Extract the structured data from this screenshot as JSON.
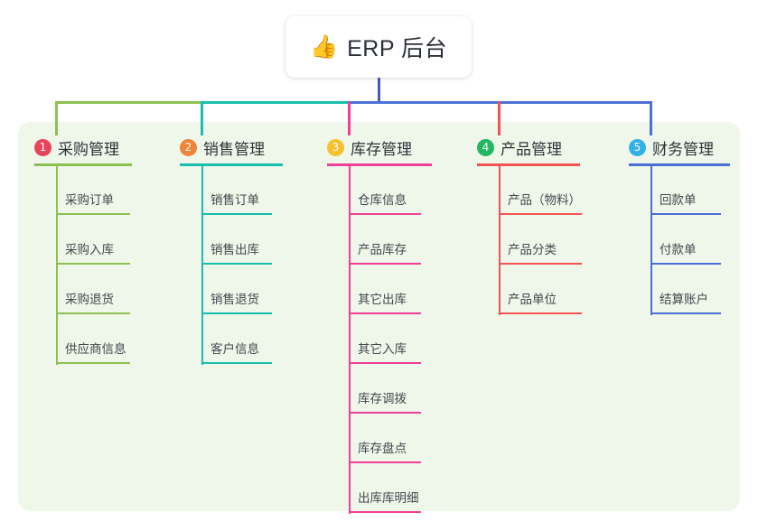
{
  "root": {
    "emoji": "👍",
    "emoji_name": "thumbs-up-icon",
    "title": "ERP 后台"
  },
  "colors": {
    "panel_background": "#eef7ea",
    "page_background": "#ffffff",
    "root_connector": "#4b57bd",
    "title_text": "#2b2f38"
  },
  "columns": [
    {
      "number": "1",
      "title": "采购管理",
      "badge_color": "#e8445a",
      "line_color": "#8cc152",
      "items": [
        "采购订单",
        "采购入库",
        "采购退货",
        "供应商信息"
      ]
    },
    {
      "number": "2",
      "title": "销售管理",
      "badge_color": "#f0833a",
      "line_color": "#18bfae",
      "items": [
        "销售订单",
        "销售出库",
        "销售退货",
        "客户信息"
      ]
    },
    {
      "number": "3",
      "title": "库存管理",
      "badge_color": "#f7c02e",
      "line_color": "#ef3f96",
      "items": [
        "仓库信息",
        "产品库存",
        "其它出库",
        "其它入库",
        "库存调拨",
        "库存盘点",
        "出库库明细"
      ]
    },
    {
      "number": "4",
      "title": "产品管理",
      "badge_color": "#23b761",
      "line_color": "#f4534f",
      "items": [
        "产品（物料）",
        "产品分类",
        "产品单位"
      ]
    },
    {
      "number": "5",
      "title": "财务管理",
      "badge_color": "#33b0e6",
      "line_color": "#4b6fd4",
      "items": [
        "回款单",
        "付款单",
        "结算账户"
      ]
    }
  ],
  "connectors": {
    "root_stem_label": "root-to-bus-connector",
    "bus_label": "horizontal-bus",
    "segments": [
      {
        "name": "bus-segment-1",
        "color": "#8cc152"
      },
      {
        "name": "bus-segment-2",
        "color": "#18bfae"
      },
      {
        "name": "bus-segment-3",
        "color": "#4b6fd4"
      }
    ],
    "drops": [
      {
        "name": "drop-to-column-1",
        "color": "#8cc152"
      },
      {
        "name": "drop-to-column-2",
        "color": "#18bfae"
      },
      {
        "name": "drop-to-column-3",
        "color": "#ef3f96"
      },
      {
        "name": "drop-to-column-4",
        "color": "#f4534f"
      },
      {
        "name": "drop-to-column-5",
        "color": "#4b6fd4"
      }
    ]
  }
}
